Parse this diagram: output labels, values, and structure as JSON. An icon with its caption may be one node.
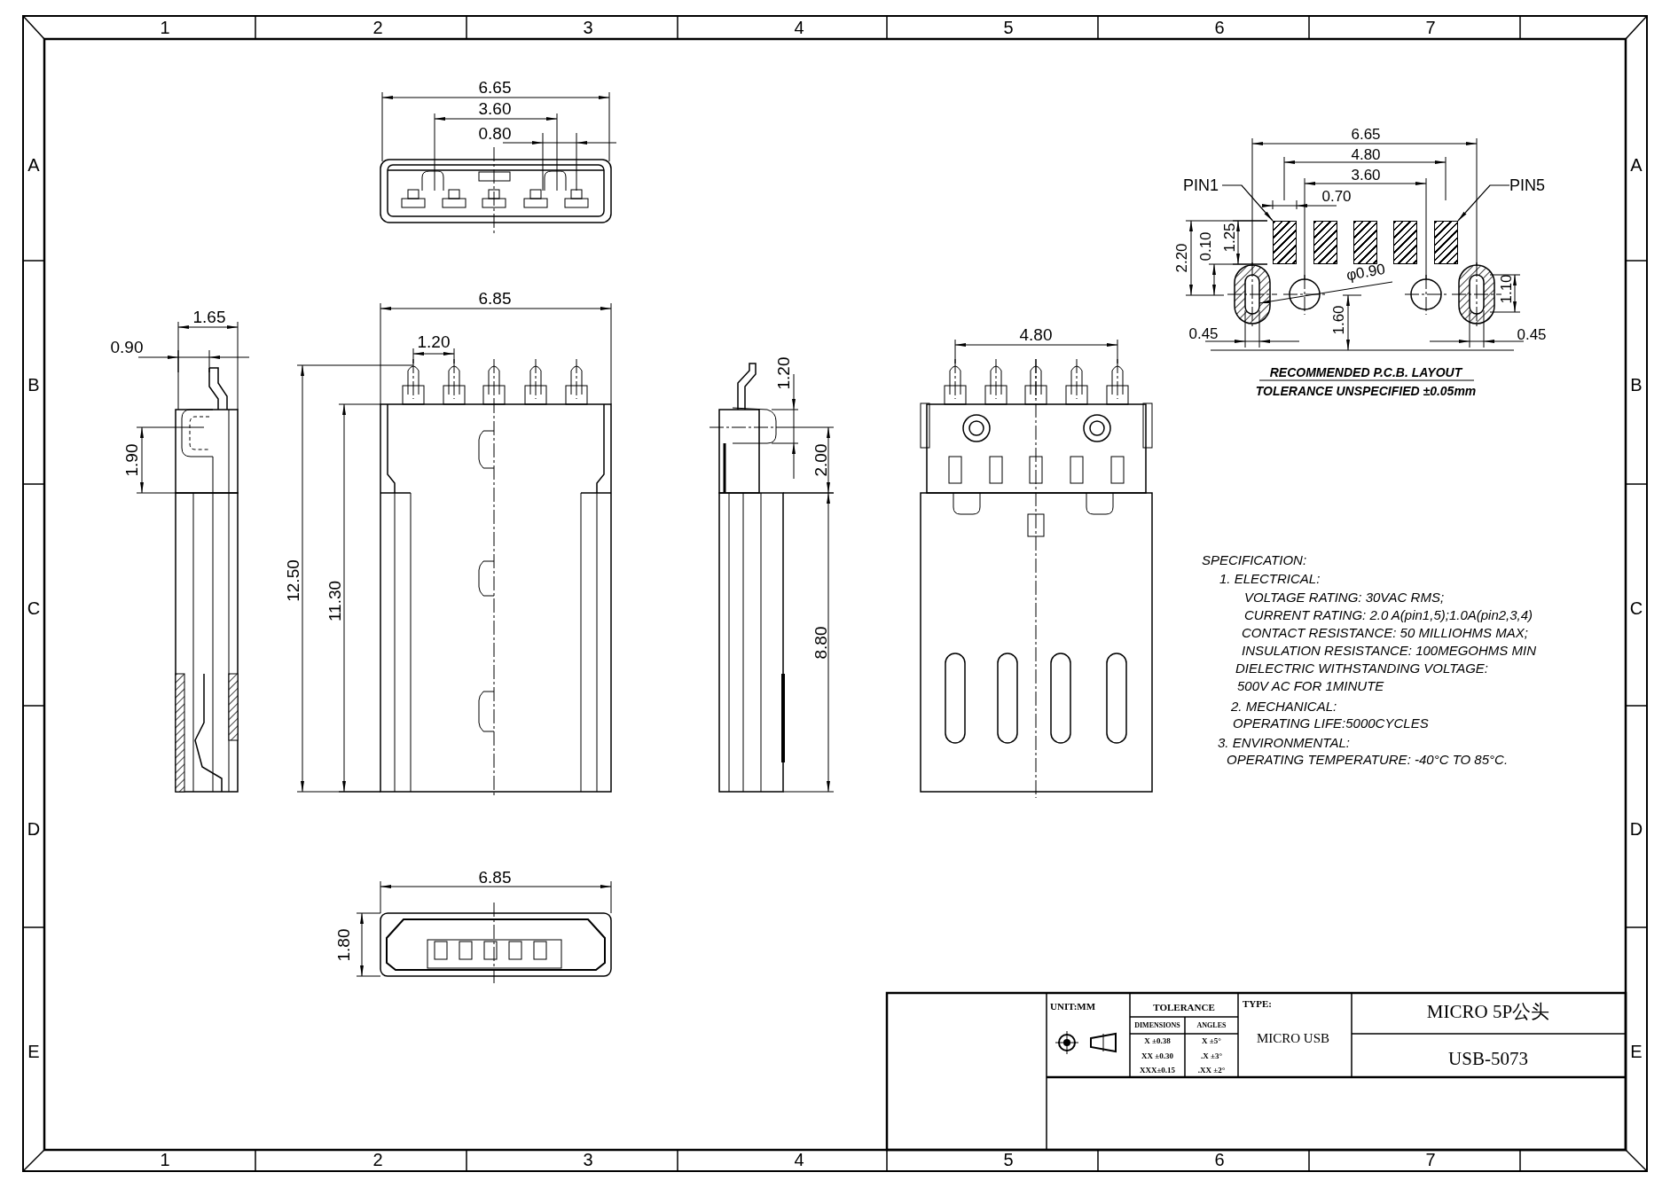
{
  "diagram": {
    "nodes": [
      {
        "text": [
          "PIN1"
        ]
      },
      {
        "text": [
          "PIN5"
        ]
      },
      {
        "text": [],
        "shape": "box"
      },
      {
        "text": [],
        "shape": "box"
      },
      {
        "text": [],
        "shape": "box"
      },
      {
        "text": [],
        "shape": "box"
      },
      {
        "text": [],
        "shape": "box"
      }
    ],
    "edges": [
      {
        "from": 0,
        "to": 2,
        "arrow": "to"
      },
      {
        "from": 1,
        "to": 6,
        "arrow": "to"
      }
    ],
    "labels": [
      "1",
      "2",
      "3",
      "4",
      "5",
      "6",
      "7",
      "1",
      "2",
      "3",
      "4",
      "5",
      "6",
      "7",
      "A",
      "B",
      "C",
      "D",
      "E",
      "A",
      "B",
      "C",
      "D",
      "E",
      "6.65",
      "3.60",
      "0.80",
      "1.65",
      "0.90",
      "6.85",
      "1.20",
      "12.50",
      "11.30",
      "1.90",
      "1.20",
      "2.00",
      "8.80",
      "4.80",
      "6.85",
      "1.80",
      "6.65",
      "4.80",
      "3.60",
      "0.70",
      "2.20",
      "0.10",
      "1.25",
      "φ0.90",
      "1.10",
      "0.45",
      "1.60",
      "0.45",
      "RECOMMENDED P.C.B. LAYOUT",
      "TOLERANCE UNSPECIFIED ±0.05mm",
      "SPECIFICATION:",
      "1. ELECTRICAL:",
      "VOLTAGE RATING: 30VAC RMS;",
      "CURRENT RATING: 2.0 A(pin1,5);1.0A(pin2,3,4)",
      "CONTACT RESISTANCE: 50 MILLIOHMS MAX;",
      "INSULATION RESISTANCE: 100MEGOHMS MIN",
      "DIELECTRIC WITHSTANDING VOLTAGE:",
      "500V AC FOR 1MINUTE",
      "2. MECHANICAL:",
      "OPERATING LIFE:5000CYCLES",
      "3. ENVIRONMENTAL:",
      "OPERATING TEMPERATURE: -40°C TO 85°C.",
      "UNIT:MM",
      "TOLERANCE",
      "DIMENSIONS",
      "ANGLES",
      "X ±0.38",
      "X ±5°",
      "XX ±0.30",
      ".X ±3°",
      "XXX±0.15",
      ".XX ±2°",
      "TYPE:",
      "MICRO USB",
      "MICRO 5P公头",
      "USB-5073"
    ]
  }
}
